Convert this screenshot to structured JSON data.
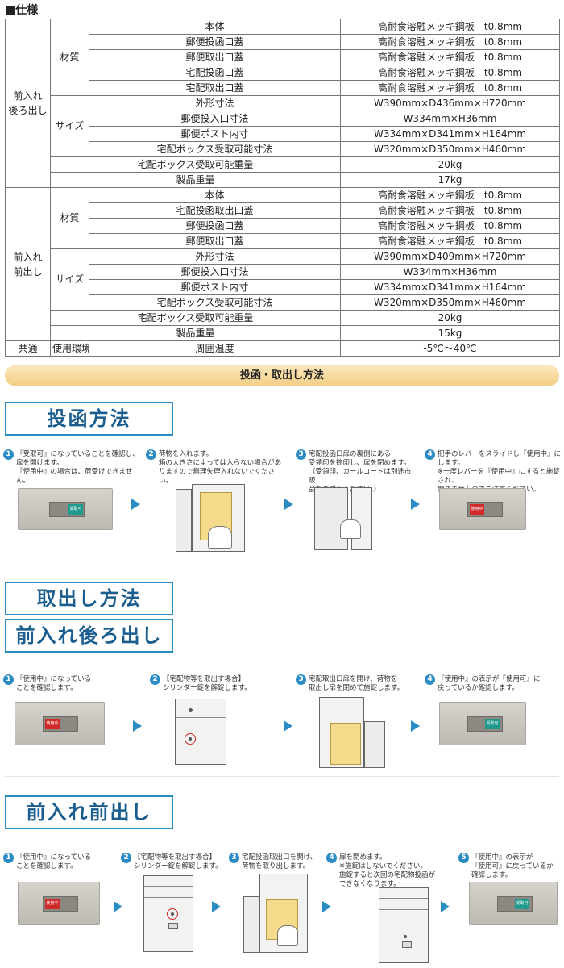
{
  "spec": {
    "heading": "■仕様",
    "groups": [
      {
        "label": "前入れ\n後ろ出し",
        "material": {
          "label": "材質",
          "rows": [
            {
              "item": "本体",
              "value": "高耐食溶融メッキ鋼板　t0.8mm"
            },
            {
              "item": "郵便投函口蓋",
              "value": "高耐食溶融メッキ鋼板　t0.8mm"
            },
            {
              "item": "郵便取出口蓋",
              "value": "高耐食溶融メッキ鋼板　t0.8mm"
            },
            {
              "item": "宅配投函口蓋",
              "value": "高耐食溶融メッキ鋼板　t0.8mm"
            },
            {
              "item": "宅配取出口蓋",
              "value": "高耐食溶融メッキ鋼板　t0.8mm"
            }
          ]
        },
        "size": {
          "label": "サイズ",
          "rows": [
            {
              "item": "外形寸法",
              "value": "W390mm×D436mm×H720mm"
            },
            {
              "item": "郵便投入口寸法",
              "value": "W334mm×H36mm"
            },
            {
              "item": "郵便ポスト内寸",
              "value": "W334mm×D341mm×H164mm"
            },
            {
              "item": "宅配ボックス受取可能寸法",
              "value": "W320mm×D350mm×H460mm"
            }
          ]
        },
        "extra": [
          {
            "item": "宅配ボックス受取可能重量",
            "value": "20kg"
          },
          {
            "item": "製品重量",
            "value": "17kg"
          }
        ]
      },
      {
        "label": "前入れ\n前出し",
        "material": {
          "label": "材質",
          "rows": [
            {
              "item": "本体",
              "value": "高耐食溶融メッキ鋼板　t0.8mm"
            },
            {
              "item": "宅配投函取出口蓋",
              "value": "高耐食溶融メッキ鋼板　t0.8mm"
            },
            {
              "item": "郵便投函口蓋",
              "value": "高耐食溶融メッキ鋼板　t0.8mm"
            },
            {
              "item": "郵便取出口蓋",
              "value": "高耐食溶融メッキ鋼板　t0.8mm"
            }
          ]
        },
        "size": {
          "label": "サイズ",
          "rows": [
            {
              "item": "外形寸法",
              "value": "W390mm×D409mm×H720mm"
            },
            {
              "item": "郵便投入口寸法",
              "value": "W334mm×H36mm"
            },
            {
              "item": "郵便ポスト内寸",
              "value": "W334mm×D341mm×H164mm"
            },
            {
              "item": "宅配ボックス受取可能寸法",
              "value": "W320mm×D350mm×H460mm"
            }
          ]
        },
        "extra": [
          {
            "item": "宅配ボックス受取可能重量",
            "value": "20kg"
          },
          {
            "item": "製品重量",
            "value": "15kg"
          }
        ]
      }
    ],
    "common": {
      "label": "共通",
      "sub": "使用環境",
      "item": "周囲温度",
      "value": "-5℃〜40℃"
    }
  },
  "band_title": "投函・取出し方法",
  "sections": {
    "toukan": {
      "title": "投函方法",
      "steps": [
        {
          "num": "1",
          "text": "『受取可』になっていることを確認し、\n扉を開けます。\n『使用中』の場合は、荷受けできません。"
        },
        {
          "num": "2",
          "text": "荷物を入れます。\n箱の大きさによっては入らない場合があ\nりますので無理矢理入れないでください。"
        },
        {
          "num": "3",
          "text": "宅配投函口扉の裏側にある\n受領印を捺印し、扉を閉めます。\n（受領印、カールコードは別途市販\n品をご購入ください。）"
        },
        {
          "num": "4",
          "text": "把手のレバーをスライドし『使用中』にします。\n※一度レバーを『使用中』にすると施錠され、\n開きませんのでご注意ください。"
        }
      ],
      "tag_green": "受取可",
      "tag_red": "使用中"
    },
    "toridashi": {
      "title": "取出し方法"
    },
    "mae_ushiro": {
      "title": "前入れ後ろ出し",
      "steps": [
        {
          "num": "1",
          "text": "『使用中』になっている\nことを確認します。"
        },
        {
          "num": "2",
          "text": "【宅配物等を取出す場合】\nシリンダー錠を解錠します。"
        },
        {
          "num": "3",
          "text": "宅配取出口扉を開け、荷物を\n取出し扉を閉めて施錠します。"
        },
        {
          "num": "4",
          "text": "『使用中』の表示が『使用可』に\n戻っているか確認します。"
        }
      ]
    },
    "mae_mae": {
      "title": "前入れ前出し",
      "steps": [
        {
          "num": "1",
          "text": "『使用中』になっている\nことを確認します。"
        },
        {
          "num": "2",
          "text": "【宅配物等を取出す場合】\nシリンダー錠を解錠します。"
        },
        {
          "num": "3",
          "text": "宅配投函取出口を開け、\n荷物を取り出します。"
        },
        {
          "num": "4",
          "text": "扉を閉めます。\n※施錠はしないでください。\n施錠すると次回の宅配物投函が\nできなくなります。"
        },
        {
          "num": "5",
          "text": "『使用中』の表示が\n『使用可』に戻っているか\n確認します。"
        }
      ]
    }
  },
  "colors": {
    "accent": "#2b8cc4",
    "title_text": "#1a5d8f",
    "band": "#f3cf86",
    "status_green": "#1f9a8c",
    "status_red": "#d02a2a"
  }
}
